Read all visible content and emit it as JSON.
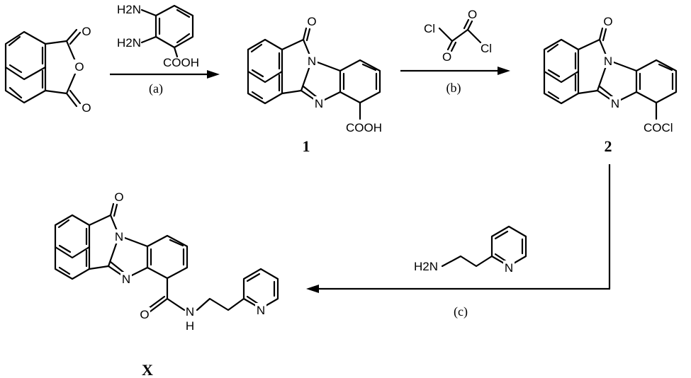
{
  "reagents": {
    "a": [
      "H2N",
      "H2N",
      "COOH"
    ],
    "b": [
      "Cl",
      "O",
      "O",
      "Cl"
    ],
    "c": [
      "H2N",
      "N"
    ]
  },
  "conditions": {
    "a": "(a)",
    "b": "(b)",
    "c": "(c)"
  },
  "compounds": {
    "anhydride": {
      "label": "",
      "atoms": [
        "O",
        "O",
        "O"
      ]
    },
    "one": {
      "label": "1",
      "atoms": [
        "O",
        "N",
        "N",
        "COOH"
      ]
    },
    "two": {
      "label": "2",
      "atoms": [
        "O",
        "N",
        "N",
        "COCl"
      ]
    },
    "x": {
      "label": "X",
      "atoms": [
        "O",
        "N",
        "N",
        "O",
        "N",
        "H",
        "N"
      ]
    }
  }
}
